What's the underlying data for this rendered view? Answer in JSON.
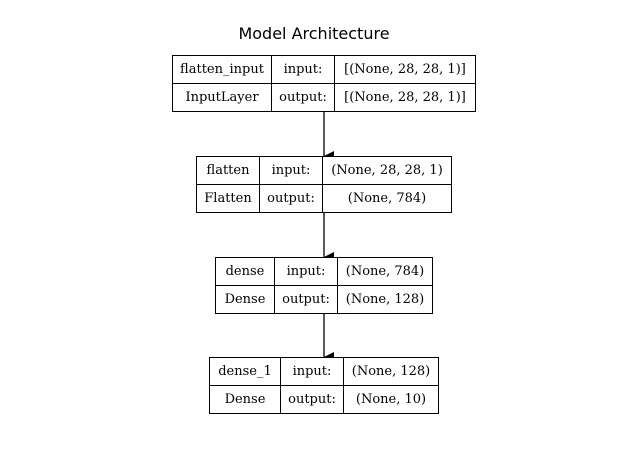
{
  "title": "Model Architecture",
  "layers": [
    {
      "name": "flatten_input",
      "type": "InputLayer",
      "input_label": "input:",
      "output_label": "output:",
      "input_shape": "[(None, 28, 28, 1)]",
      "output_shape": "[(None, 28, 28, 1)]"
    },
    {
      "name": "flatten",
      "type": "Flatten",
      "input_label": "input:",
      "output_label": "output:",
      "input_shape": "(None, 28, 28, 1)",
      "output_shape": "(None, 784)"
    },
    {
      "name": "dense",
      "type": "Dense",
      "input_label": "input:",
      "output_label": "output:",
      "input_shape": "(None, 784)",
      "output_shape": "(None, 128)"
    },
    {
      "name": "dense_1",
      "type": "Dense",
      "input_label": "input:",
      "output_label": "output:",
      "input_shape": "(None, 128)",
      "output_shape": "(None, 10)"
    }
  ]
}
